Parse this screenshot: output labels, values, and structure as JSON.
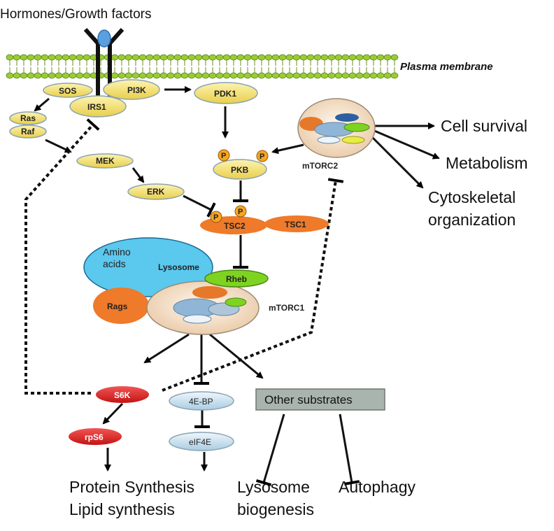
{
  "header": {
    "ligand_label": "Hormones/Growth factors",
    "membrane_label": "Plasma membrane"
  },
  "nodes": {
    "sos": "SOS",
    "ras": "Ras",
    "raf": "Raf",
    "irs1": "IRS1",
    "pi3k": "PI3K",
    "pdk1": "PDK1",
    "mek": "MEK",
    "erk": "ERK",
    "pkb": "PKB",
    "phospho": "P",
    "tsc2": "TSC2",
    "tsc1": "TSC1",
    "rheb": "Rheb",
    "rags": "Rags",
    "amino_acids": "Amino acids",
    "lysosome": "Lysosome",
    "mtorc1": "mTORC1",
    "mtorc2": "mTORC2",
    "s6k": "S6K",
    "rps6": "rpS6",
    "fourebp": "4E-BP",
    "eif4e": "eIF4E",
    "other_substrates": "Other substrates"
  },
  "outputs": {
    "cell_survival": "Cell survival",
    "metabolism": "Metabolism",
    "cytoskeletal_1": "Cytoskeletal",
    "cytoskeletal_2": "organization",
    "protein_synthesis": "Protein Synthesis",
    "lipid_synthesis": "Lipid synthesis",
    "lysosome_1": "Lysosome",
    "lysosome_2": "biogenesis",
    "autophagy": "Autophagy"
  },
  "colors": {
    "yellow_node": "#f5e27a",
    "orange_node": "#ee7a2a",
    "red_node": "#dd2222",
    "blue_node": "#cfe3ef",
    "green_node": "#7ed321",
    "lysosome": "#5bc8ee",
    "membrane": "#99cc33",
    "receptor_ligand": "#5aa0e0",
    "other_box": "#a9b4ae"
  }
}
